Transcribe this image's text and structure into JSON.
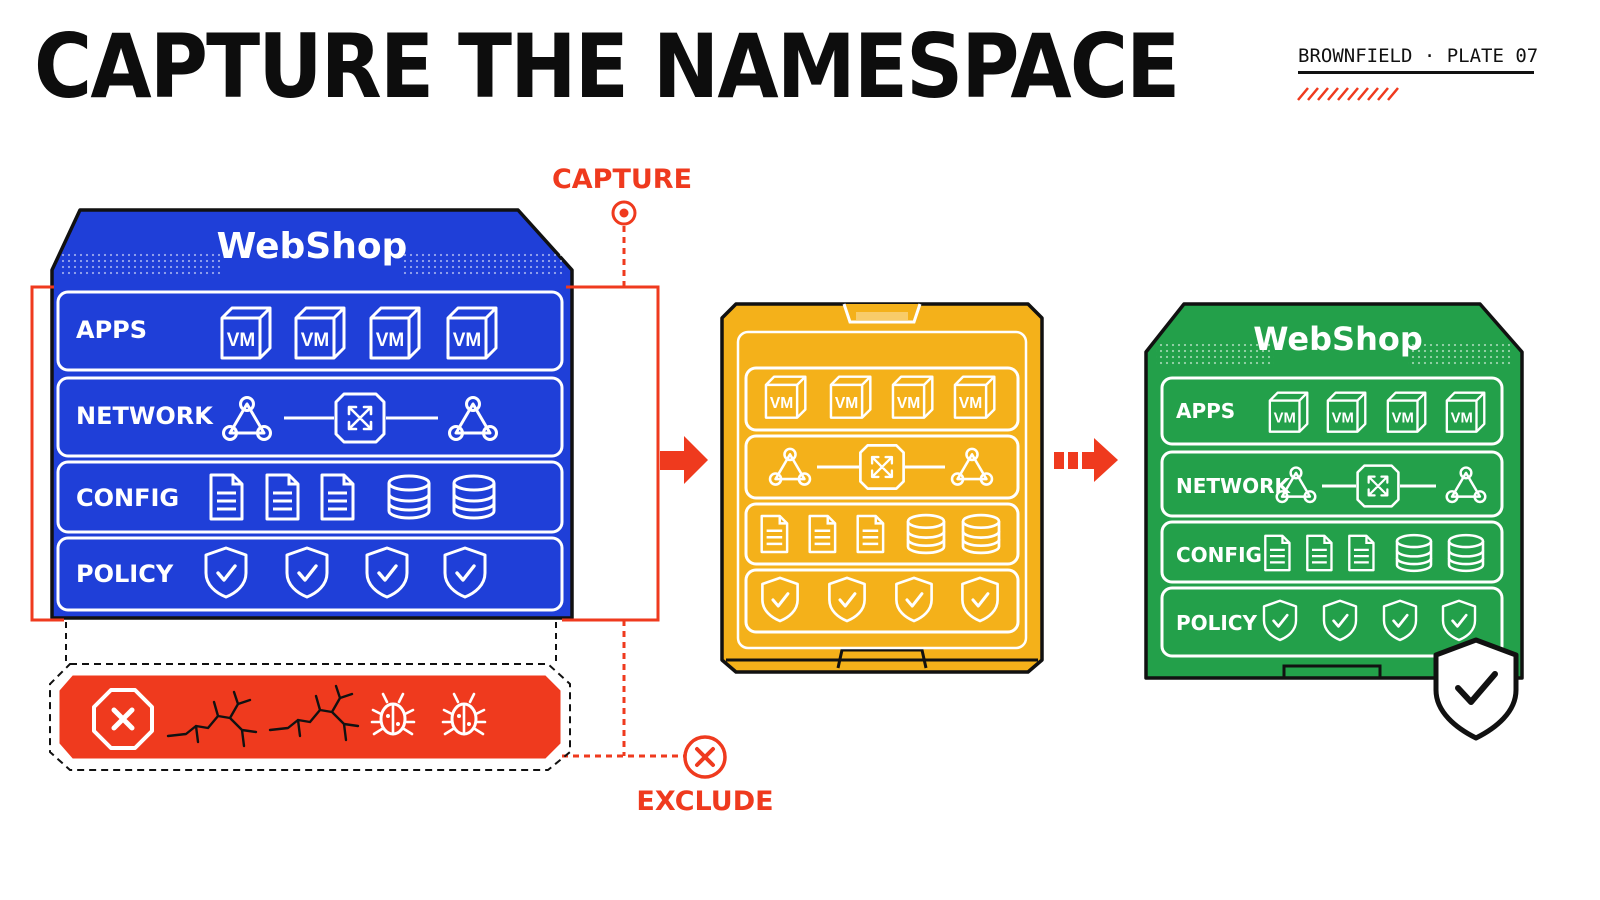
{
  "header": {
    "title": "CAPTURE THE NAMESPACE",
    "plate": "BROWNFIELD · PLATE 07"
  },
  "colors": {
    "blue": "#1f3fd8",
    "amber": "#f4b11a",
    "green": "#23a04a",
    "red": "#ef3a1e",
    "ink": "#111111"
  },
  "source": {
    "title": "WebShop",
    "rows": [
      {
        "label": "APPS",
        "icon": "vm-cube-icon",
        "count": 4,
        "vm_label": "VM"
      },
      {
        "label": "NETWORK",
        "icon": "network-topology-icon"
      },
      {
        "label": "CONFIG",
        "icon": "document-and-database-icon"
      },
      {
        "label": "POLICY",
        "icon": "shield-check-icon",
        "count": 4
      }
    ]
  },
  "annotations": {
    "capture": "CAPTURE",
    "exclude": "EXCLUDE"
  },
  "excluded_layer": {
    "icons": [
      "error-x-icon",
      "crack-icon",
      "crack-icon",
      "bug-icon",
      "bug-icon"
    ]
  },
  "package": {
    "vm_label": "VM"
  },
  "target": {
    "title": "WebShop",
    "rows": [
      {
        "label": "APPS",
        "vm_label": "VM"
      },
      {
        "label": "NETWORK"
      },
      {
        "label": "CONFIG"
      },
      {
        "label": "POLICY"
      }
    ],
    "badge_icon": "shield-check-icon"
  }
}
